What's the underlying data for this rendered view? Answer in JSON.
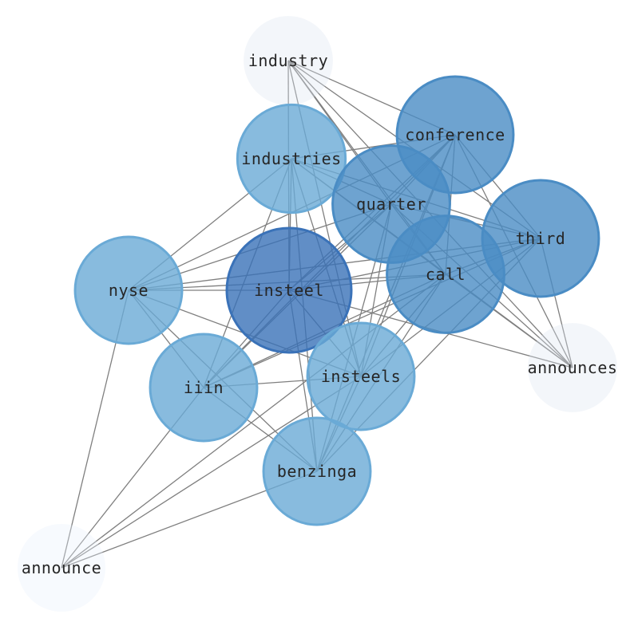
{
  "graph": {
    "nodes": [
      {
        "id": "industry",
        "label": "industry",
        "weight": 0.04,
        "fill": "#dce4f2",
        "opacity": 0.35
      },
      {
        "id": "conference",
        "label": "conference",
        "weight": 0.78,
        "fill": "#4a8cc4",
        "opacity": 0.8
      },
      {
        "id": "industries",
        "label": "industries",
        "weight": 0.55,
        "fill": "#6aaad6",
        "opacity": 0.8
      },
      {
        "id": "quarter",
        "label": "quarter",
        "weight": 0.8,
        "fill": "#4a8cc4",
        "opacity": 0.8
      },
      {
        "id": "third",
        "label": "third",
        "weight": 0.78,
        "fill": "#4a8cc4",
        "opacity": 0.8
      },
      {
        "id": "call",
        "label": "call",
        "weight": 0.8,
        "fill": "#4a8cc4",
        "opacity": 0.8
      },
      {
        "id": "nyse",
        "label": "nyse",
        "weight": 0.52,
        "fill": "#6aaad6",
        "opacity": 0.8
      },
      {
        "id": "insteel",
        "label": "insteel",
        "weight": 1.0,
        "fill": "#3a72b8",
        "opacity": 0.8
      },
      {
        "id": "insteels",
        "label": "insteels",
        "weight": 0.52,
        "fill": "#6aaad6",
        "opacity": 0.8
      },
      {
        "id": "iiin",
        "label": "iiin",
        "weight": 0.52,
        "fill": "#6aaad6",
        "opacity": 0.8
      },
      {
        "id": "announces",
        "label": "announces",
        "weight": 0.04,
        "fill": "#dce4f2",
        "opacity": 0.35
      },
      {
        "id": "benzinga",
        "label": "benzinga",
        "weight": 0.52,
        "fill": "#6aaad6",
        "opacity": 0.8
      },
      {
        "id": "announce",
        "label": "announce",
        "weight": 0.0,
        "fill": "#e8f1fb",
        "opacity": 0.35
      }
    ],
    "edges": [
      [
        "industry",
        "conference"
      ],
      [
        "industry",
        "quarter"
      ],
      [
        "industry",
        "third"
      ],
      [
        "industry",
        "call"
      ],
      [
        "industry",
        "announces"
      ],
      [
        "industry",
        "insteel"
      ],
      [
        "industry",
        "insteels"
      ],
      [
        "conference",
        "industries"
      ],
      [
        "conference",
        "quarter"
      ],
      [
        "conference",
        "third"
      ],
      [
        "conference",
        "call"
      ],
      [
        "conference",
        "nyse"
      ],
      [
        "conference",
        "insteel"
      ],
      [
        "conference",
        "iiin"
      ],
      [
        "conference",
        "announces"
      ],
      [
        "conference",
        "benzinga"
      ],
      [
        "conference",
        "insteels"
      ],
      [
        "industries",
        "quarter"
      ],
      [
        "industries",
        "third"
      ],
      [
        "industries",
        "call"
      ],
      [
        "industries",
        "nyse"
      ],
      [
        "industries",
        "insteel"
      ],
      [
        "industries",
        "iiin"
      ],
      [
        "industries",
        "insteels"
      ],
      [
        "industries",
        "benzinga"
      ],
      [
        "industries",
        "announces"
      ],
      [
        "quarter",
        "third"
      ],
      [
        "quarter",
        "call"
      ],
      [
        "quarter",
        "nyse"
      ],
      [
        "quarter",
        "insteel"
      ],
      [
        "quarter",
        "iiin"
      ],
      [
        "quarter",
        "insteels"
      ],
      [
        "quarter",
        "benzinga"
      ],
      [
        "quarter",
        "announces"
      ],
      [
        "third",
        "call"
      ],
      [
        "third",
        "nyse"
      ],
      [
        "third",
        "insteel"
      ],
      [
        "third",
        "iiin"
      ],
      [
        "third",
        "insteels"
      ],
      [
        "third",
        "announces"
      ],
      [
        "third",
        "benzinga"
      ],
      [
        "call",
        "nyse"
      ],
      [
        "call",
        "insteel"
      ],
      [
        "call",
        "iiin"
      ],
      [
        "call",
        "insteels"
      ],
      [
        "call",
        "benzinga"
      ],
      [
        "call",
        "announces"
      ],
      [
        "call",
        "announce"
      ],
      [
        "nyse",
        "insteel"
      ],
      [
        "nyse",
        "iiin"
      ],
      [
        "nyse",
        "insteels"
      ],
      [
        "nyse",
        "benzinga"
      ],
      [
        "nyse",
        "announce"
      ],
      [
        "insteel",
        "insteels"
      ],
      [
        "insteel",
        "benzinga"
      ],
      [
        "insteel",
        "announces"
      ],
      [
        "insteel",
        "iiin"
      ],
      [
        "insteels",
        "iiin"
      ],
      [
        "insteels",
        "benzinga"
      ],
      [
        "insteels",
        "announce"
      ],
      [
        "iiin",
        "benzinga"
      ],
      [
        "iiin",
        "announce"
      ],
      [
        "benzinga",
        "announce"
      ]
    ]
  }
}
